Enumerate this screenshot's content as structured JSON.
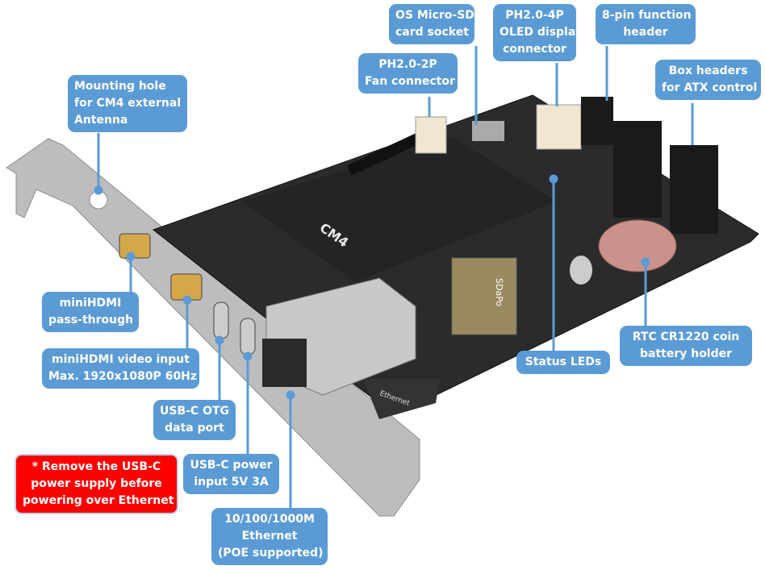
{
  "callouts": {
    "sd": [
      "OS Micro-SD",
      "card socket"
    ],
    "oled": [
      "PH2.0-4P",
      "OLED display",
      "connector"
    ],
    "func": [
      "8-pin function",
      "header"
    ],
    "fan": [
      "PH2.0-2P",
      "Fan connector"
    ],
    "atx": [
      "Box headers",
      "for ATX control"
    ],
    "mount": [
      "Mounting hole",
      "for CM4 external",
      "Antenna"
    ],
    "hdmi_pass": [
      "miniHDMI",
      "pass-through"
    ],
    "hdmi_in": [
      "miniHDMI video input",
      "Max. 1920x1080P 60Hz"
    ],
    "otg": [
      "USB-C OTG",
      "data port"
    ],
    "power": [
      "USB-C power",
      "input 5V 3A"
    ],
    "warning": [
      "* Remove the USB-C",
      "power supply before",
      "powering over Ethernet"
    ],
    "eth": [
      "10/100/1000M",
      "Ethernet",
      "(POE supported)"
    ],
    "leds": [
      "Status LEDs"
    ],
    "rtc": [
      "RTC CR1220 coin",
      "battery holder"
    ]
  },
  "board": {
    "silk_cm4": "CM4",
    "silk_ethernet": "Ethernet",
    "silk_brand": "SDaPo"
  },
  "colors": {
    "callout": "#5b9bd5",
    "warning": "#ff0000",
    "pcb": "#2b2b2d",
    "bracket": "#b9b9bb"
  }
}
